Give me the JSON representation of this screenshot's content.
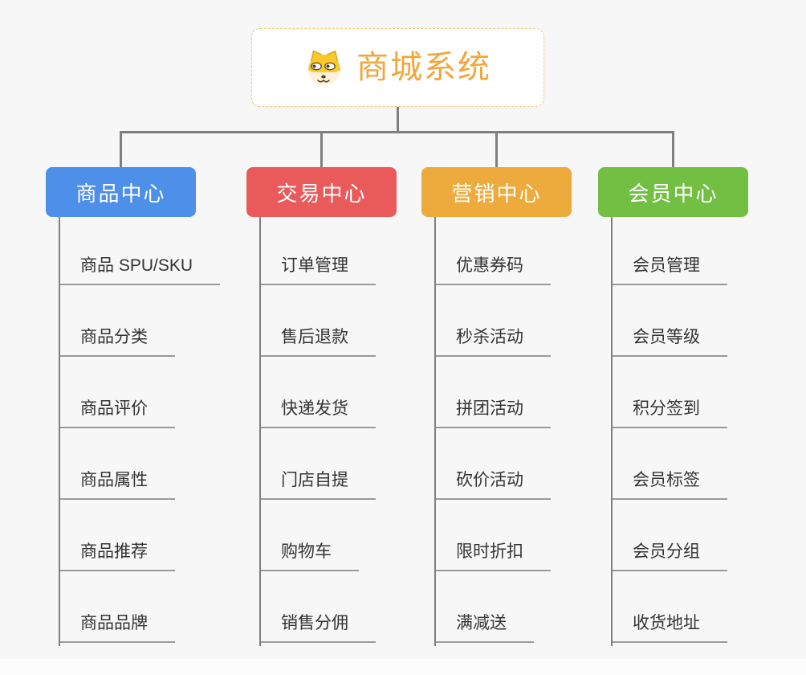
{
  "root": {
    "title": "商城系统",
    "icon": "dog-face",
    "title_color": "#f2a63c",
    "border_color": "#f6c77e"
  },
  "branches": [
    {
      "label": "商品中心",
      "color": "#4d8fe9",
      "children": [
        "商品 SPU/SKU",
        "商品分类",
        "商品评价",
        "商品属性",
        "商品推荐",
        "商品品牌"
      ]
    },
    {
      "label": "交易中心",
      "color": "#e95b5b",
      "children": [
        "订单管理",
        "售后退款",
        "快递发货",
        "门店自提",
        "购物车",
        "销售分佣"
      ]
    },
    {
      "label": "营销中心",
      "color": "#edab3e",
      "children": [
        "优惠券码",
        "秒杀活动",
        "拼团活动",
        "砍价活动",
        "限时折扣",
        "满减送"
      ]
    },
    {
      "label": "会员中心",
      "color": "#73bf44",
      "children": [
        "会员管理",
        "会员等级",
        "积分签到",
        "会员标签",
        "会员分组",
        "收货地址"
      ]
    }
  ],
  "style": {
    "background": "#f7f7f7",
    "connector_color": "#7f7f7f",
    "leaf_text_color": "#333333",
    "leaf_underline_color": "#9a9a9a"
  }
}
